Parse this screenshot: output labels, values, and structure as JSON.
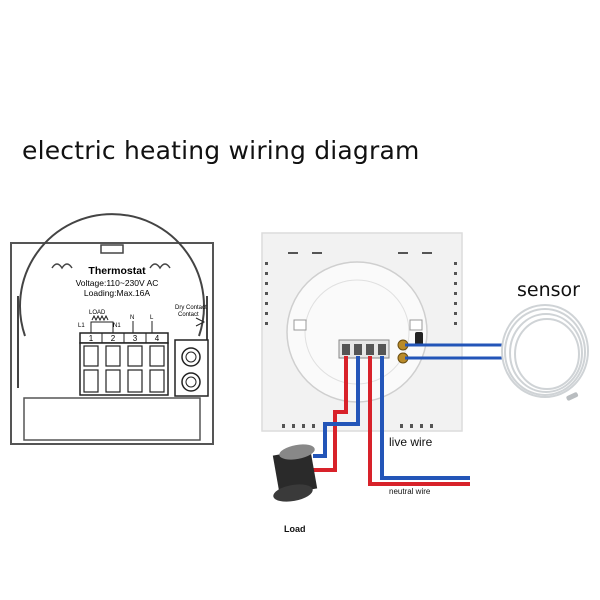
{
  "title": "electric heating wiring diagram",
  "schematic": {
    "heading": "Thermostat",
    "voltage": "Voltage:110~230V AC",
    "loading": "Loading:Max.16A",
    "load_label": "LOAD",
    "l1": "L1",
    "n1": "N1",
    "n": "N",
    "l": "L",
    "dry_contact": "Dry Contact",
    "contact": "Contact",
    "terminals": [
      "1",
      "2",
      "3",
      "4"
    ]
  },
  "photo": {
    "live_wire": "live wire",
    "neutral_wire": "neutral wire",
    "sensor": "sensor",
    "load": "Load",
    "wire_colors": {
      "red": "#d8222a",
      "blue": "#2355b8"
    }
  }
}
